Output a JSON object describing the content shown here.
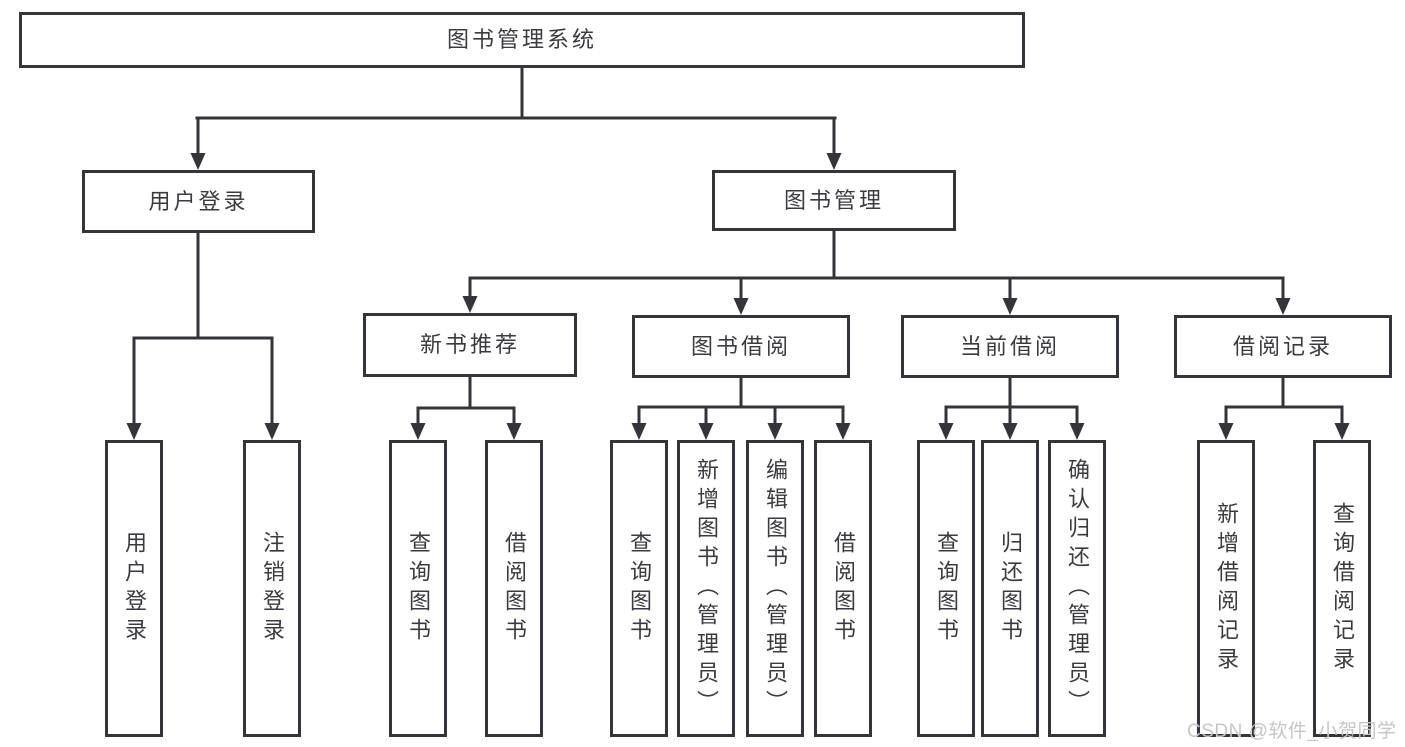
{
  "diagram": {
    "type": "hierarchy-tree",
    "root": {
      "label": "图书管理系统",
      "children": [
        {
          "label": "用户登录",
          "children": [
            {
              "label": "用户登录"
            },
            {
              "label": "注销登录"
            }
          ]
        },
        {
          "label": "图书管理",
          "children": [
            {
              "label": "新书推荐",
              "children": [
                {
                  "label": "查询图书"
                },
                {
                  "label": "借阅图书"
                }
              ]
            },
            {
              "label": "图书借阅",
              "children": [
                {
                  "label": "查询图书"
                },
                {
                  "label": "新增图书（管理员）"
                },
                {
                  "label": "编辑图书（管理员）"
                },
                {
                  "label": "借阅图书"
                }
              ]
            },
            {
              "label": "当前借阅",
              "children": [
                {
                  "label": "查询图书"
                },
                {
                  "label": "归还图书"
                },
                {
                  "label": "确认归还（管理员）"
                }
              ]
            },
            {
              "label": "借阅记录",
              "children": [
                {
                  "label": "新增借阅记录"
                },
                {
                  "label": "查询借阅记录"
                }
              ]
            }
          ]
        }
      ]
    }
  },
  "watermark": {
    "text": "CSDN @软件_小贺同学"
  },
  "colors": {
    "background": "#ffffff",
    "box_border": "#34353a",
    "line": "#34353a",
    "text": "#3a3b40",
    "watermark": "#c6c6c6"
  }
}
